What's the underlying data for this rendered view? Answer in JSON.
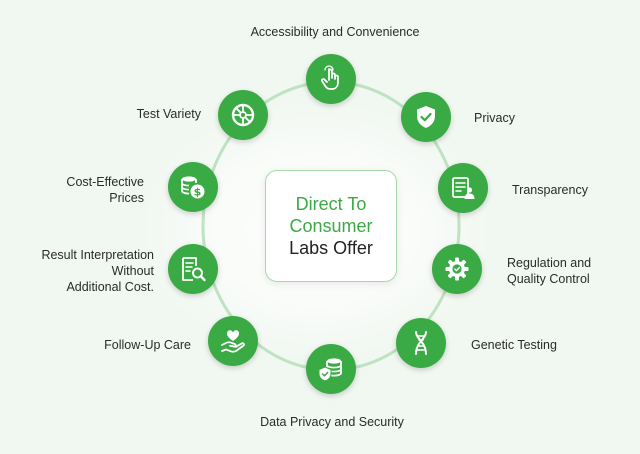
{
  "diagram": {
    "center": {
      "line1": "Direct To",
      "line2": "Consumer",
      "line3": "Labs Offer"
    },
    "colors": {
      "accent": "#3aaa44",
      "ring": "#bfe3c2",
      "background": "#f1f7f1",
      "text": "#2b2b2b"
    },
    "nodes": [
      {
        "id": "accessibility",
        "label": "Accessibility and Convenience",
        "icon": "pointer-hand-icon"
      },
      {
        "id": "privacy",
        "label": "Privacy",
        "icon": "shield-check-icon"
      },
      {
        "id": "transparency",
        "label": "Transparency",
        "icon": "document-user-icon"
      },
      {
        "id": "regulation",
        "label": "Regulation and\nQuality Control",
        "icon": "gear-check-icon"
      },
      {
        "id": "genetic",
        "label": "Genetic Testing",
        "icon": "dna-icon"
      },
      {
        "id": "data-privacy",
        "label": "Data Privacy and Security",
        "icon": "database-shield-icon"
      },
      {
        "id": "follow-up",
        "label": "Follow-Up Care",
        "icon": "heart-hand-icon"
      },
      {
        "id": "result-interpretation",
        "label": "Result Interpretation\nWithout\nAdditional Cost.",
        "icon": "report-search-icon"
      },
      {
        "id": "cost-effective",
        "label": "Cost-Effective\nPrices",
        "icon": "coins-dollar-icon"
      },
      {
        "id": "test-variety",
        "label": "Test Variety",
        "icon": "pie-segments-icon"
      }
    ]
  }
}
